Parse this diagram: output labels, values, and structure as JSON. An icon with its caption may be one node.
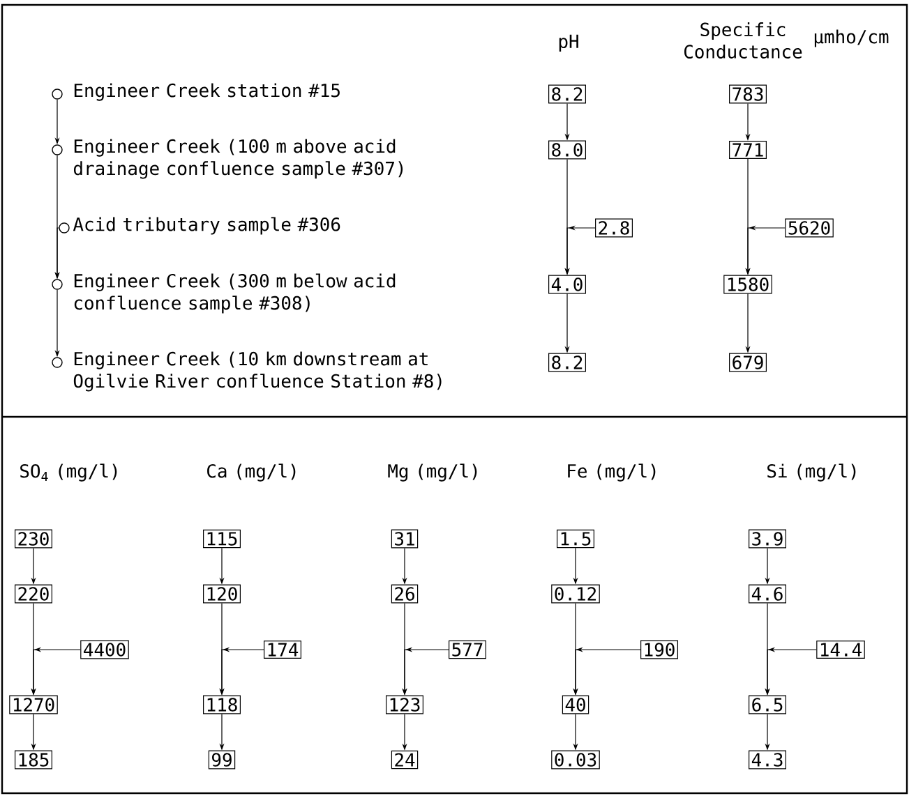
{
  "diagram": {
    "nodes": [
      {
        "text": [],
        "shape": "circle",
        "beside": [
          "Engineer Creek station #15"
        ]
      },
      {
        "text": [],
        "shape": "circle",
        "beside": [
          "Engineer Creek (100 m above acid drainage confluence sample #307)"
        ]
      },
      {
        "text": [],
        "shape": "circle",
        "beside": [
          "Acid tributary sample #306"
        ]
      },
      {
        "text": [],
        "shape": "circle",
        "beside": [
          "Engineer Creek (300 m below acid confluence sample #308)"
        ]
      },
      {
        "text": [],
        "shape": "circle",
        "beside": [
          "Engineer Creek (10 km downstream at Ogilvie River confluence Station #8)"
        ]
      },
      {
        "text": [
          "8.2"
        ]
      },
      {
        "text": [
          "8.0"
        ]
      },
      {
        "text": [
          "2.8"
        ]
      },
      {
        "text": [
          "4.0"
        ]
      },
      {
        "text": [
          "8.2"
        ]
      },
      {
        "text": [
          "783"
        ]
      },
      {
        "text": [
          "771"
        ]
      },
      {
        "text": [
          "5620"
        ]
      },
      {
        "text": [
          "1580"
        ]
      },
      {
        "text": [
          "679"
        ]
      },
      {
        "text": [
          "230"
        ]
      },
      {
        "text": [
          "220"
        ]
      },
      {
        "text": [
          "4400"
        ]
      },
      {
        "text": [
          "1270"
        ]
      },
      {
        "text": [
          "185"
        ]
      },
      {
        "text": [
          "115"
        ]
      },
      {
        "text": [
          "120"
        ]
      },
      {
        "text": [
          "174"
        ]
      },
      {
        "text": [
          "118"
        ]
      },
      {
        "text": [
          "99"
        ]
      },
      {
        "text": [
          "31"
        ]
      },
      {
        "text": [
          "26"
        ]
      },
      {
        "text": [
          "577"
        ]
      },
      {
        "text": [
          "123"
        ]
      },
      {
        "text": [
          "24"
        ]
      },
      {
        "text": [
          "1.5"
        ]
      },
      {
        "text": [
          "0.12"
        ]
      },
      {
        "text": [
          "190"
        ]
      },
      {
        "text": [
          "40"
        ]
      },
      {
        "text": [
          "0.03"
        ]
      },
      {
        "text": [
          "3.9"
        ]
      },
      {
        "text": [
          "4.6"
        ]
      },
      {
        "text": [
          "14.4"
        ]
      },
      {
        "text": [
          "6.5"
        ]
      },
      {
        "text": [
          "4.3"
        ]
      }
    ],
    "edges": [
      {
        "from": 0,
        "to": 1,
        "arrow": "to"
      },
      {
        "from": 1,
        "to": 3,
        "arrow": "to"
      },
      {
        "from": 2,
        "to": 3,
        "arrow": "to"
      },
      {
        "from": 3,
        "to": 4,
        "arrow": "to"
      },
      {
        "from": 5,
        "to": 6,
        "arrow": "to"
      },
      {
        "from": 6,
        "to": 8,
        "arrow": "to"
      },
      {
        "from": 7,
        "to": 8,
        "arrow": "to"
      },
      {
        "from": 8,
        "to": 9,
        "arrow": "to"
      },
      {
        "from": 10,
        "to": 11,
        "arrow": "to"
      },
      {
        "from": 11,
        "to": 13,
        "arrow": "to"
      },
      {
        "from": 12,
        "to": 13,
        "arrow": "to"
      },
      {
        "from": 13,
        "to": 14,
        "arrow": "to"
      },
      {
        "from": 15,
        "to": 16,
        "arrow": "to"
      },
      {
        "from": 16,
        "to": 18,
        "arrow": "to"
      },
      {
        "from": 17,
        "to": 18,
        "arrow": "to"
      },
      {
        "from": 18,
        "to": 19,
        "arrow": "to"
      },
      {
        "from": 20,
        "to": 21,
        "arrow": "to"
      },
      {
        "from": 21,
        "to": 23,
        "arrow": "to"
      },
      {
        "from": 22,
        "to": 23,
        "arrow": "to"
      },
      {
        "from": 23,
        "to": 24,
        "arrow": "to"
      },
      {
        "from": 25,
        "to": 26,
        "arrow": "to"
      },
      {
        "from": 26,
        "to": 28,
        "arrow": "to"
      },
      {
        "from": 27,
        "to": 28,
        "arrow": "to"
      },
      {
        "from": 28,
        "to": 29,
        "arrow": "to"
      },
      {
        "from": 30,
        "to": 31,
        "arrow": "to"
      },
      {
        "from": 31,
        "to": 33,
        "arrow": "to"
      },
      {
        "from": 32,
        "to": 33,
        "arrow": "to"
      },
      {
        "from": 33,
        "to": 34,
        "arrow": "to"
      },
      {
        "from": 35,
        "to": 36,
        "arrow": "to"
      },
      {
        "from": 36,
        "to": 38,
        "arrow": "to"
      },
      {
        "from": 37,
        "to": 38,
        "arrow": "to"
      },
      {
        "from": 38,
        "to": 39,
        "arrow": "to"
      }
    ],
    "labels": [
      "pH",
      "Specific Conductance",
      "µmho/cm",
      "SO$_{4}$ (mg/l)",
      "Ca (mg/l)",
      "Mg (mg/l)",
      "Fe (mg/l)",
      "Si (mg/l)"
    ]
  }
}
